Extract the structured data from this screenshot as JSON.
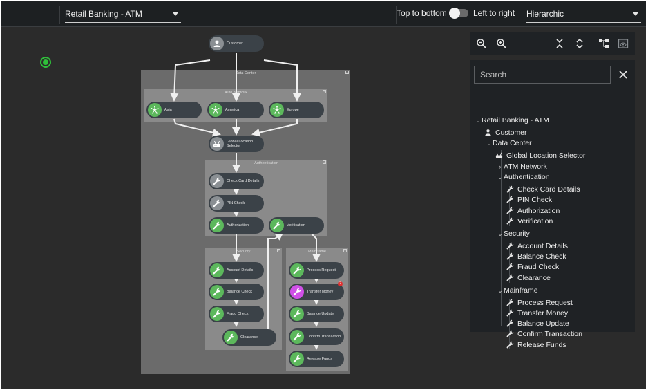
{
  "toolbar": {
    "dataset_select": "Retail Banking - ATM",
    "direction_left": "Top to bottom",
    "direction_right": "Left to right",
    "layout_select": "Hierarchic"
  },
  "graph": {
    "groups": {
      "data_center": "Data Center",
      "atm_network": "ATM Network",
      "authentication": "Authentication",
      "security": "Security",
      "mainframe": "Mainframe",
      "collapse_symbol": "−"
    },
    "nodes": {
      "customer": "Customer",
      "asia": "Asia",
      "america": "America",
      "europe": "Europe",
      "gls": "Global Location Selector",
      "check_card": "Check Card Details",
      "pin_check": "PIN Check",
      "authorization": "Authorization",
      "verification": "Verification",
      "account_details": "Account Details",
      "balance_check": "Balance Check",
      "fraud_check": "Fraud Check",
      "clearance": "Clearance",
      "process_request": "Process Request",
      "transfer_money": "Transfer Money",
      "transfer_badge": "2",
      "balance_update": "Balance Update",
      "confirm_transaction": "Confirm Transaction",
      "release_funds": "Release Funds"
    }
  },
  "colors": {
    "ok": "#5cb85c",
    "warning": "#d050e8",
    "neutral": "#8a8f93",
    "status": "#2fbf3a"
  },
  "tree": {
    "search_placeholder": "Search",
    "root": "Retail Banking - ATM",
    "customer": "Customer",
    "data_center": "Data Center",
    "gls": "Global Location Selector",
    "atm_network": "ATM Network",
    "authentication": "Authentication",
    "check_card": "Check Card Details",
    "pin_check": "PIN Check",
    "authorization": "Authorization",
    "verification": "Verification",
    "security": "Security",
    "account_details": "Account Details",
    "balance_check": "Balance Check",
    "fraud_check": "Fraud Check",
    "clearance": "Clearance",
    "mainframe": "Mainframe",
    "process_request": "Process Request",
    "transfer_money": "Transfer Money",
    "balance_update": "Balance Update",
    "confirm_transaction": "Confirm Transaction",
    "release_funds": "Release Funds"
  }
}
